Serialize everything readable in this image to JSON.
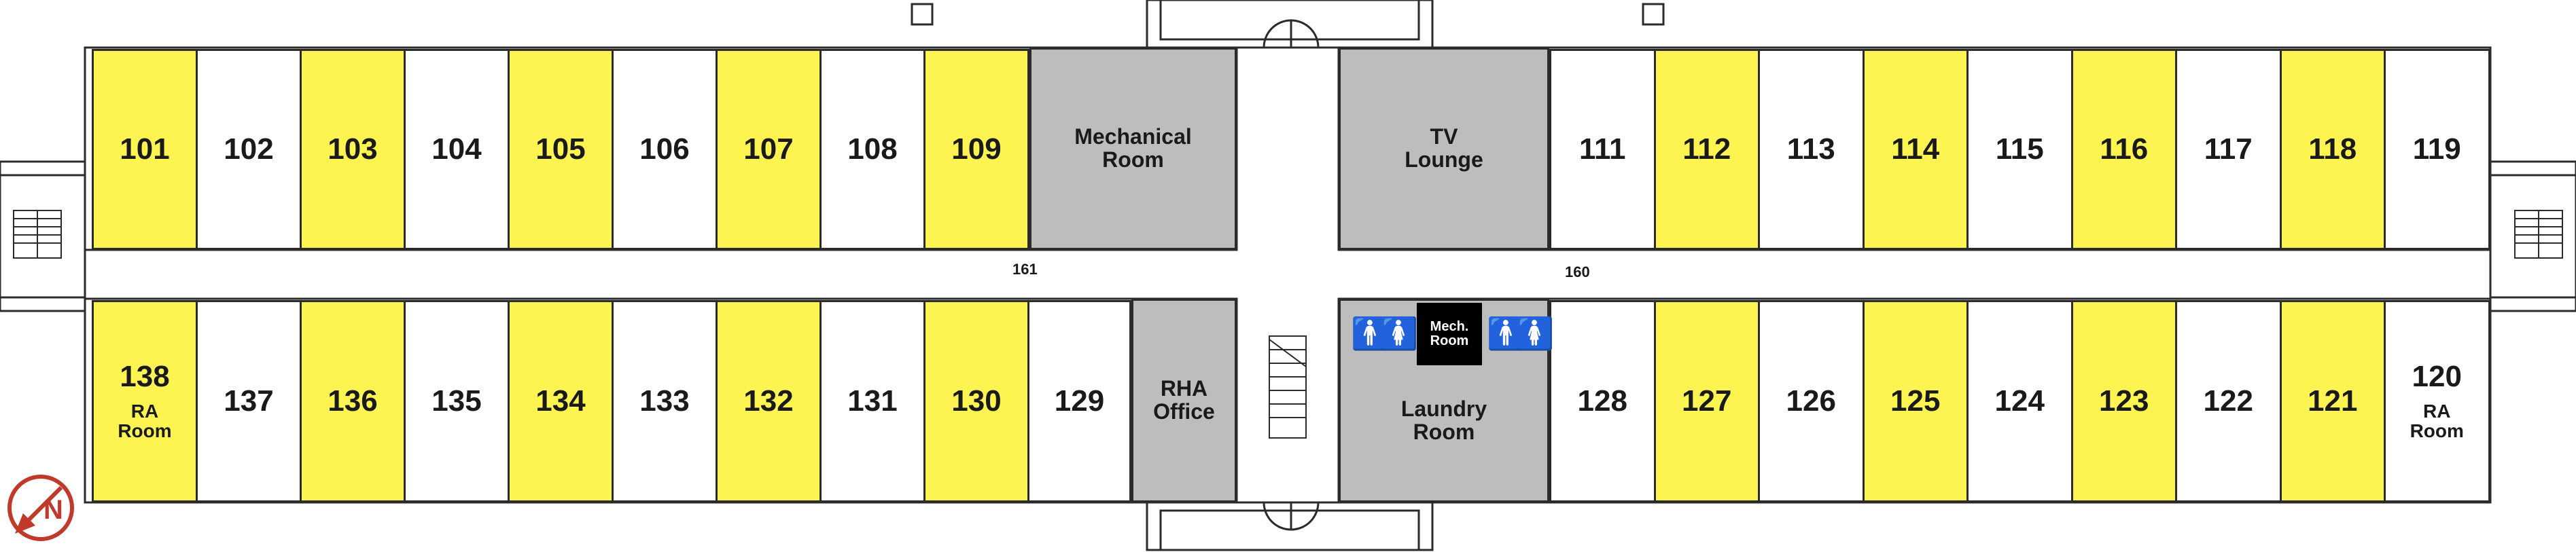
{
  "north_rooms": [
    {
      "id": "101",
      "color": "yellow"
    },
    {
      "id": "102",
      "color": "white"
    },
    {
      "id": "103",
      "color": "yellow"
    },
    {
      "id": "104",
      "color": "white"
    },
    {
      "id": "105",
      "color": "yellow"
    },
    {
      "id": "106",
      "color": "white"
    },
    {
      "id": "107",
      "color": "yellow"
    },
    {
      "id": "108",
      "color": "white"
    },
    {
      "id": "109",
      "color": "yellow"
    }
  ],
  "north_rooms_east": [
    {
      "id": "111",
      "color": "white"
    },
    {
      "id": "112",
      "color": "yellow"
    },
    {
      "id": "113",
      "color": "white"
    },
    {
      "id": "114",
      "color": "yellow"
    },
    {
      "id": "115",
      "color": "white"
    },
    {
      "id": "116",
      "color": "yellow"
    },
    {
      "id": "117",
      "color": "white"
    },
    {
      "id": "118",
      "color": "yellow"
    },
    {
      "id": "119",
      "color": "white"
    }
  ],
  "south_rooms": [
    {
      "id": "138",
      "color": "yellow",
      "sub": "RA\nRoom"
    },
    {
      "id": "137",
      "color": "white"
    },
    {
      "id": "136",
      "color": "yellow"
    },
    {
      "id": "135",
      "color": "white"
    },
    {
      "id": "134",
      "color": "yellow"
    },
    {
      "id": "133",
      "color": "white"
    },
    {
      "id": "132",
      "color": "yellow"
    },
    {
      "id": "131",
      "color": "white"
    },
    {
      "id": "130",
      "color": "yellow"
    },
    {
      "id": "129",
      "color": "white"
    }
  ],
  "south_rooms_east": [
    {
      "id": "128",
      "color": "white"
    },
    {
      "id": "127",
      "color": "yellow"
    },
    {
      "id": "126",
      "color": "white"
    },
    {
      "id": "125",
      "color": "yellow"
    },
    {
      "id": "124",
      "color": "white"
    },
    {
      "id": "123",
      "color": "yellow"
    },
    {
      "id": "122",
      "color": "white"
    },
    {
      "id": "121",
      "color": "yellow"
    },
    {
      "id": "120",
      "color": "white",
      "sub": "RA\nRoom"
    }
  ],
  "service_rooms": {
    "mechanical": "Mechanical\nRoom",
    "tv_lounge": "TV\nLounge",
    "rha_office": "RHA\nOffice",
    "laundry": "Laundry\nRoom",
    "mech_small": "Mech.\nRoom"
  },
  "corridors": {
    "west": "161",
    "east": "160"
  },
  "colors": {
    "yellow": "#fdf452",
    "white": "#ffffff",
    "gray": "#bdbdbd",
    "wall": "#2b2b2b",
    "compass": "#c0392b"
  },
  "icons": [
    "restroom-men-icon",
    "restroom-women-icon",
    "north-arrow-icon",
    "stairs-icon",
    "door-swing-icon"
  ]
}
